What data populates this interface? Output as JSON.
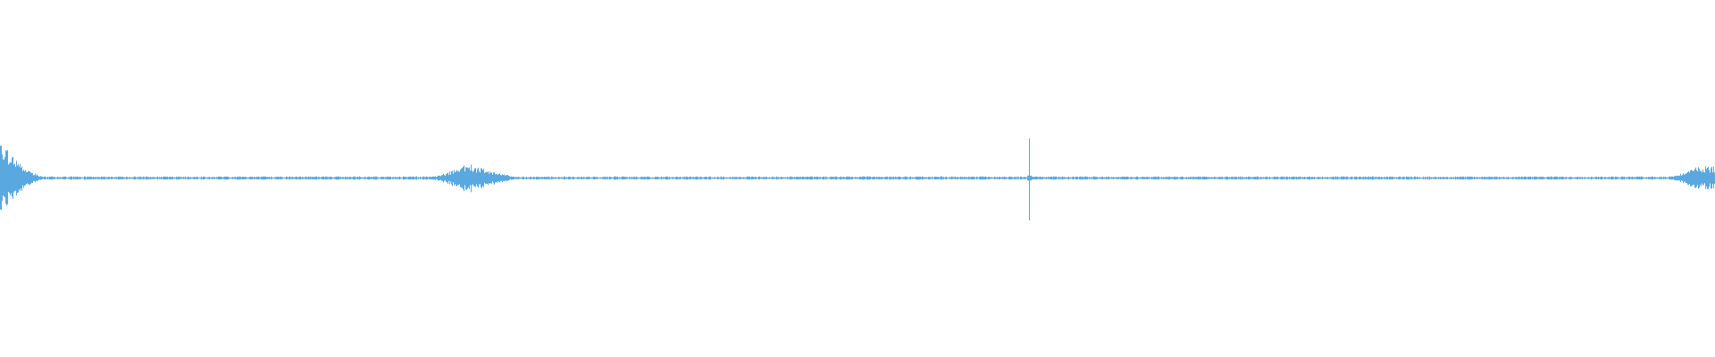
{
  "waveform": {
    "color": "#5aa8e0",
    "background": "#ffffff",
    "baseline_amplitude": 0.01,
    "clips": [
      {
        "kind": "burst",
        "start": 0.0,
        "end": 0.028,
        "peak": 0.22,
        "peak_at": 0.0,
        "decay": "out"
      },
      {
        "kind": "burst",
        "start": 0.249,
        "end": 0.305,
        "peak": 0.09,
        "peak_at": 0.273,
        "decay": "both"
      },
      {
        "kind": "spike",
        "start": 0.5995,
        "end": 0.6005,
        "peak": 0.24,
        "peak_at": 0.6,
        "decay": "none"
      },
      {
        "kind": "burst",
        "start": 0.968,
        "end": 1.0,
        "peak": 0.07,
        "peak_at": 0.99,
        "decay": "in"
      }
    ]
  }
}
